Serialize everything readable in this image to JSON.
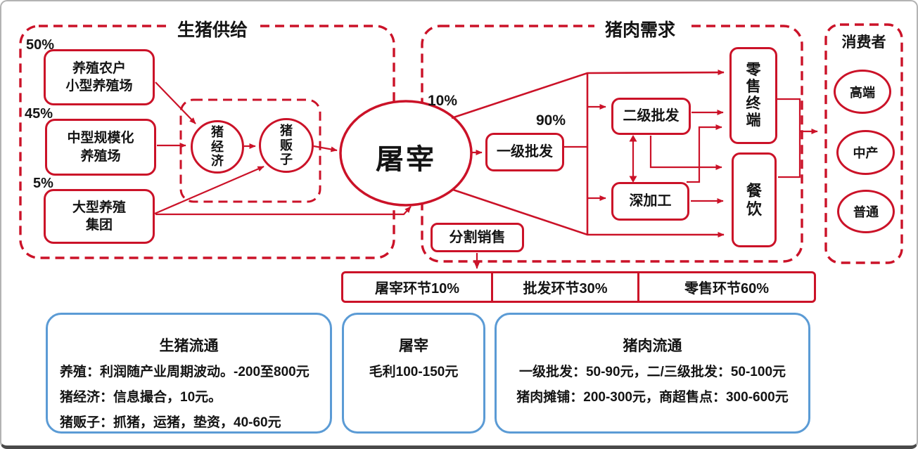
{
  "colors": {
    "red": "#cb1228",
    "blue": "#5b9bd5"
  },
  "supply": {
    "title": "生猪供给",
    "sources": [
      {
        "share": "50%",
        "line1": "养殖农户",
        "line2": "小型养殖场"
      },
      {
        "share": "45%",
        "line1": "中型规模化",
        "line2": "养殖场"
      },
      {
        "share": "5%",
        "line1": "大型养殖",
        "line2": "集团"
      }
    ],
    "brokers": [
      {
        "label": "猪经济"
      },
      {
        "label": "猪贩子"
      }
    ]
  },
  "slaughter": {
    "label": "屠宰"
  },
  "demand": {
    "title": "猪肉需求",
    "direct_share": "10%",
    "wholesale_share": "90%",
    "primary_wholesale": "一级批发",
    "secondary_wholesale": "二级批发",
    "deep_processing": "深加工",
    "retail_terminal": "零售终端",
    "catering": "餐饮",
    "cut_sales": "分割销售"
  },
  "consumers": {
    "title": "消费者",
    "segments": [
      {
        "label": "高端"
      },
      {
        "label": "中产"
      },
      {
        "label": "普通"
      }
    ]
  },
  "margin_table": {
    "cells": [
      {
        "label": "屠宰环节10%"
      },
      {
        "label": "批发环节30%"
      },
      {
        "label": "零售环节60%"
      }
    ]
  },
  "notes": [
    {
      "title": "生猪流通",
      "lines": [
        "养殖：利润随产业周期波动。-200至800元",
        "猪经济：信息撮合，10元。",
        "猪贩子：抓猪，运猪，垫资，40-60元"
      ]
    },
    {
      "title": "屠宰",
      "lines": [
        "毛利100-150元"
      ]
    },
    {
      "title": "猪肉流通",
      "lines": [
        "一级批发：50-90元，二/三级批发：50-100元",
        "猪肉摊铺：200-300元，商超售点：300-600元"
      ]
    }
  ]
}
